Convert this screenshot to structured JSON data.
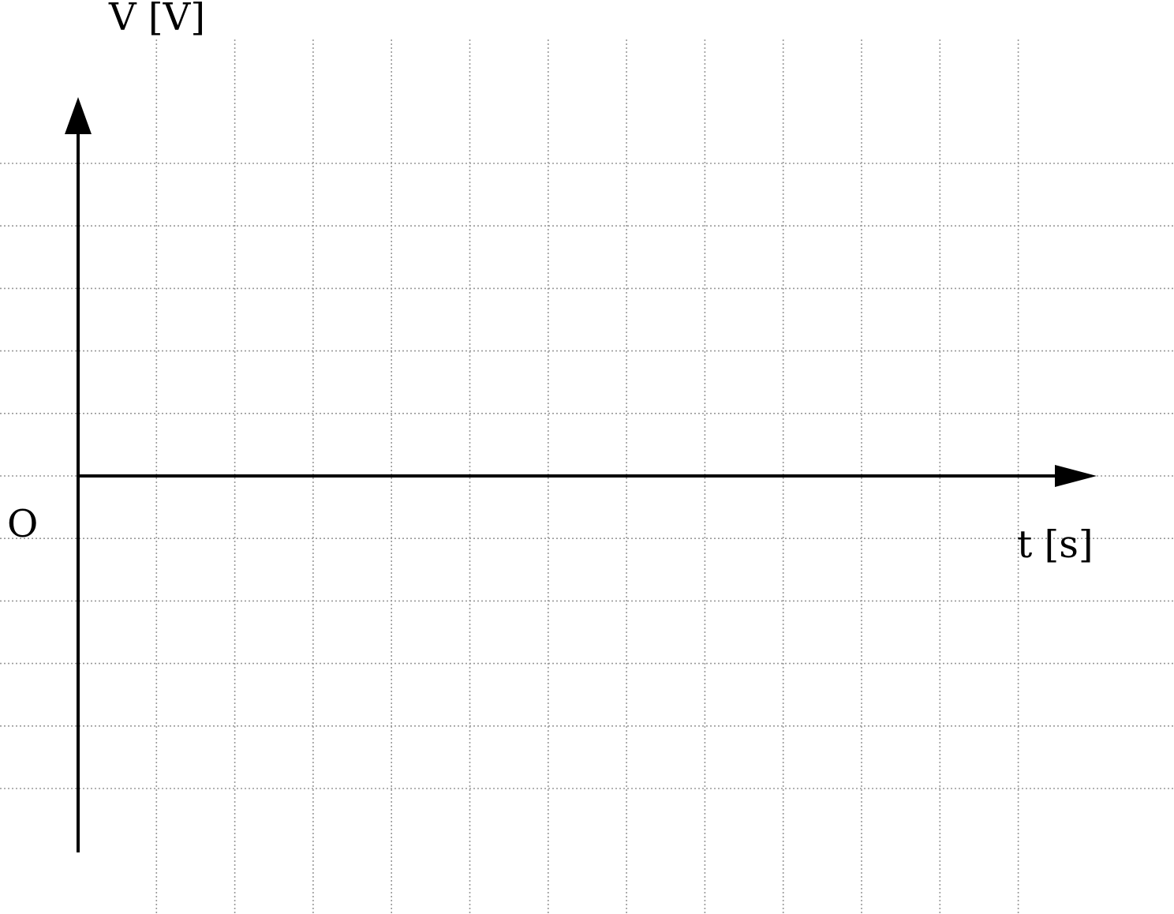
{
  "diagram": {
    "y_axis_label": "V [V]",
    "x_axis_label": "t [s]",
    "origin_label": "O",
    "grid": true,
    "grid_style": "dotted",
    "colors": {
      "background": "#ffffff",
      "axes": "#000000",
      "grid": "#999999"
    }
  }
}
